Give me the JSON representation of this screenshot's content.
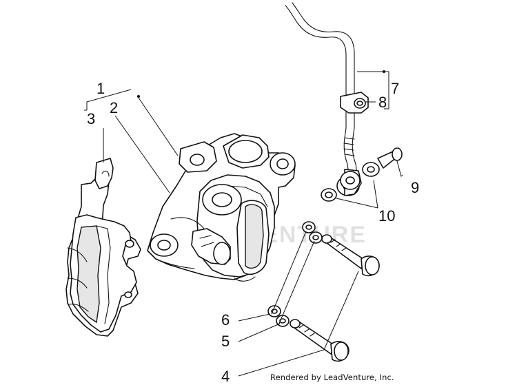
{
  "callouts": {
    "c1": "1",
    "c2": "2",
    "c3": "3",
    "c4": "4",
    "c5": "5",
    "c6": "6",
    "c7": "7",
    "c8": "8",
    "c9": "9",
    "c10": "10"
  },
  "watermark": {
    "text": "LEADVENTURE"
  },
  "footer": {
    "credit": "Rendered by LeadVenture, Inc."
  }
}
